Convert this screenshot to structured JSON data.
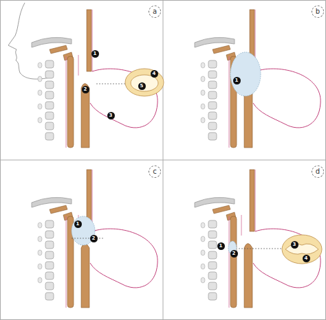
{
  "diagram": {
    "nodes": [
      {
        "text": [
          "a"
        ]
      },
      {
        "text": [
          "b"
        ]
      },
      {
        "text": [
          "c"
        ]
      },
      {
        "text": [
          "d"
        ]
      }
    ],
    "labels": [
      "1",
      "2",
      "3",
      "4",
      "5",
      "1",
      "1",
      "2",
      "1",
      "2",
      "3",
      "4"
    ]
  }
}
